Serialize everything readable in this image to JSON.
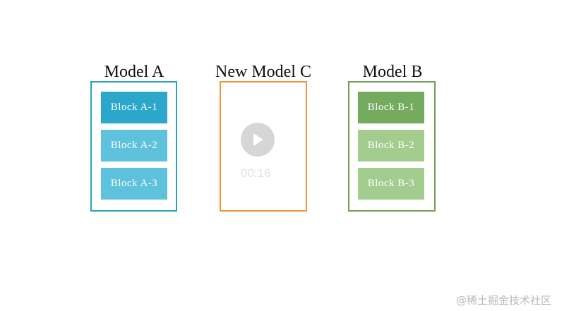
{
  "models": [
    {
      "key": "model-a",
      "title": "Model A",
      "border_color": "#2e9fbf",
      "blocks": [
        {
          "label": "Block A-1",
          "color": "#2ba7cb"
        },
        {
          "label": "Block A-2",
          "color": "#5ec2dc"
        },
        {
          "label": "Block A-3",
          "color": "#5ec2dc"
        }
      ]
    },
    {
      "key": "new-model-c",
      "title": "New Model C",
      "border_color": "#f0953f",
      "blocks": []
    },
    {
      "key": "model-b",
      "title": "Model B",
      "border_color": "#6f9e57",
      "blocks": [
        {
          "label": "Block B-1",
          "color": "#75ab5e"
        },
        {
          "label": "Block B-2",
          "color": "#a2cd8e"
        },
        {
          "label": "Block B-3",
          "color": "#a2cd8e"
        }
      ]
    }
  ],
  "video": {
    "icon": "play-icon",
    "duration": "00:16"
  },
  "watermark": {
    "text": "@稀土掘金技术社区"
  }
}
